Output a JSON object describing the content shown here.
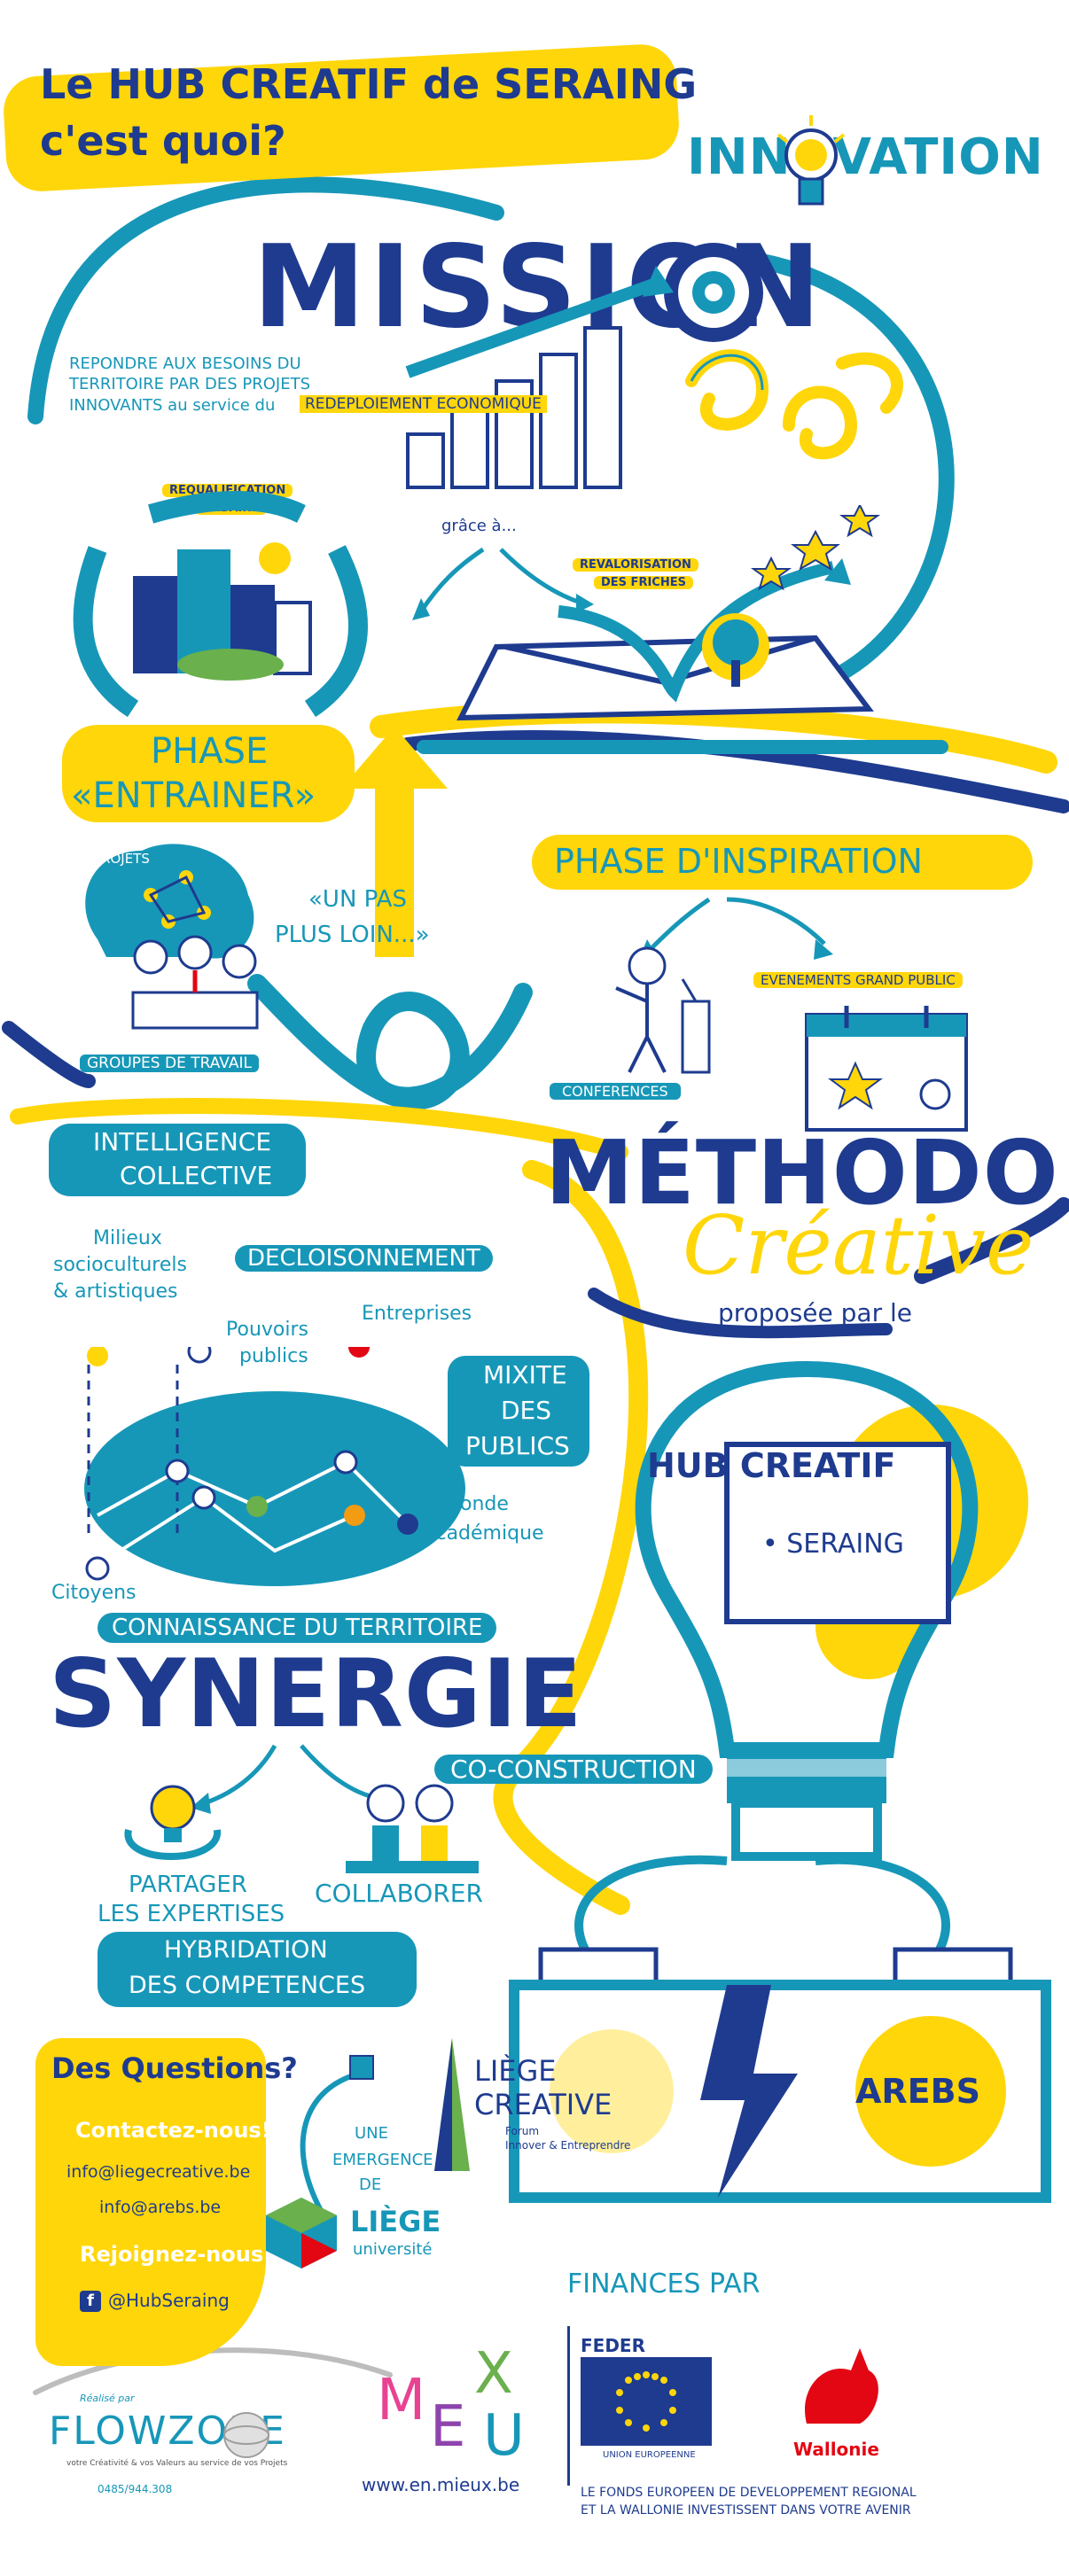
{
  "header": {
    "title_line1": "Le HUB CREATIF de SERAING",
    "title_line2": "c'est quoi?"
  },
  "innovation": "INNOVATION",
  "mission": {
    "title": "MISSION",
    "text_line1": "REPONDRE AUX BESOINS DU",
    "text_line2": "TERRITOIRE PAR DES PROJETS",
    "text_line3": "INNOVANTS au service du",
    "highlight": "REDEPLOIEMENT ECONOMIQUE",
    "grace": "grâce à...",
    "requalification_line1": "REQUALIFICATION",
    "requalification_line2": "URBAINE",
    "revalorisation_line1": "REVALORISATION",
    "revalorisation_line2": "DES FRICHES"
  },
  "phase_entrainer": {
    "line1": "PHASE",
    "line2": "«ENTRAINER»",
    "projets": "PROJETS",
    "un_pas_line1": "«UN PAS",
    "un_pas_line2": "PLUS LOIN...»",
    "groupes": "GROUPES DE TRAVAIL"
  },
  "phase_inspiration": {
    "title": "PHASE D'INSPIRATION",
    "evenements": "EVENEMENTS GRAND PUBLIC",
    "conferences": "CONFERENCES"
  },
  "methodo": {
    "line1": "MÉTHODO",
    "line2": "Créative",
    "proposee": "proposée par le"
  },
  "intelligence": {
    "line1": "INTELLIGENCE",
    "line2": "COLLECTIVE",
    "milieux_line1": "Milieux",
    "milieux_line2": "socioculturels",
    "milieux_line3": "& artistiques",
    "decloisonnement": "DECLOISONNEMENT",
    "pouvoirs_line1": "Pouvoirs",
    "pouvoirs_line2": "publics",
    "entreprises": "Entreprises",
    "mixite_line1": "MIXITE",
    "mixite_line2": "DES",
    "mixite_line3": "PUBLICS",
    "monde_line1": "Monde",
    "monde_line2": "académique",
    "citoyens": "Citoyens"
  },
  "hub": {
    "line1": "HUB CREATIF",
    "line2": "• SERAING"
  },
  "synergie": {
    "connaissance": "CONNAISSANCE DU TERRITOIRE",
    "title": "SYNERGIE",
    "co_construction": "CO-CONSTRUCTION",
    "partager_line1": "PARTAGER",
    "partager_line2": "LES EXPERTISES",
    "collaborer": "COLLABORER",
    "hybridation_line1": "HYBRIDATION",
    "hybridation_line2": "DES COMPETENCES"
  },
  "contact": {
    "questions": "Des Questions?",
    "contactez": "Contactez-nous!",
    "email1": "info@liegecreative.be",
    "email2": "info@arebs.be",
    "rejoignez": "Rejoignez-nous",
    "facebook": "@HubSeraing"
  },
  "emergence": {
    "line1": "UNE",
    "line2": "EMERGENCE",
    "line3": "DE",
    "liege_creative_line1": "LIÈGE",
    "liege_creative_line2": "CREATIVE",
    "forum_line1": "Forum",
    "forum_line2": "Innover & Entreprendre",
    "liege_univ_line1": "LIÈGE",
    "liege_univ_line2": "université",
    "arebs": "AREBS"
  },
  "finances": {
    "title": "FINANCES PAR",
    "en_mieux_url": "www.en.mieux.be",
    "feder": "FEDER",
    "union": "UNION EUROPEENNE",
    "wallonie": "Wallonie",
    "footer_line1": "LE FONDS EUROPEEN DE DEVELOPPEMENT REGIONAL",
    "footer_line2": "ET LA WALLONIE INVESTISSENT DANS VOTRE AVENIR"
  },
  "flowzone": {
    "realise": "Réalisé par",
    "name": "FLOWZONE",
    "tagline": "votre Créativité & vos Valeurs au service de vos Projets",
    "phone": "0485/944.308"
  },
  "colors": {
    "yellow": "#ffd60a",
    "navy": "#1e3b8f",
    "teal": "#1797b8",
    "red": "#e30613"
  }
}
